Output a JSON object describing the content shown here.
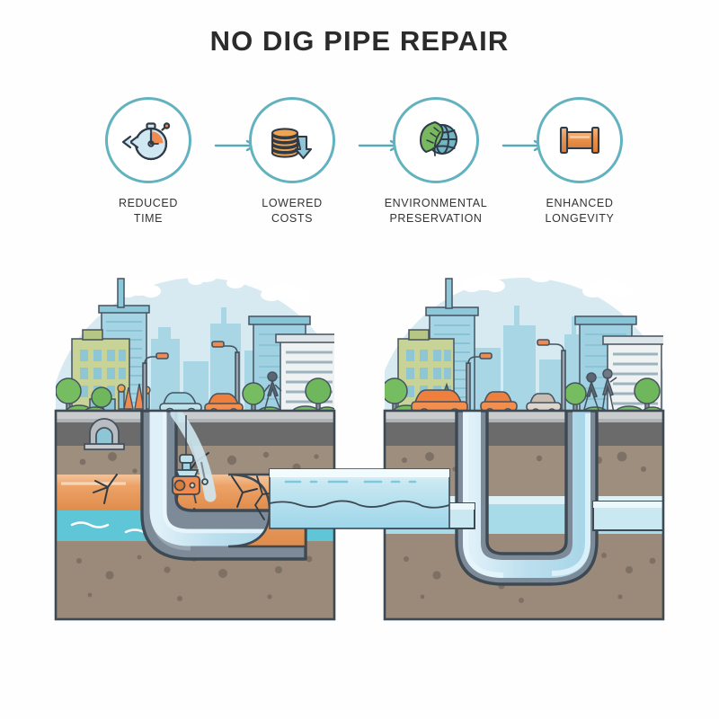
{
  "title": "NO DIG PIPE REPAIR",
  "benefits": [
    {
      "icon": "stopwatch-icon",
      "label": "REDUCED\nTIME",
      "line1": "REDUCED",
      "line2": "TIME"
    },
    {
      "icon": "coins-down-arrow-icon",
      "label": "LOWERED\nCOSTS",
      "line1": "LOWERED",
      "line2": "COSTS"
    },
    {
      "icon": "leaf-globe-icon",
      "label": "ENVIRONMENTAL\nPRESERVATION",
      "line1": "ENVIRONMENTAL",
      "line2": "PRESERVATION"
    },
    {
      "icon": "pipe-segment-icon",
      "label": "ENHANCED\nLONGEVITY",
      "line1": "ENHANCED",
      "line2": "LONGEVITY"
    }
  ],
  "arrows": [
    "flow-arrow-1",
    "flow-arrow-2",
    "flow-arrow-3"
  ],
  "scene": {
    "left_panel": {
      "name": "damaged-pipe-cross-section",
      "sky_label": "city-skyline-backdrop",
      "layers": [
        "road-surface",
        "road-base",
        "topsoil",
        "cracked-pipe-zone",
        "groundwater",
        "subsoil"
      ],
      "features": [
        "cracked-orange-pipe",
        "leaking-groundwater",
        "u-shaped-host-pipe",
        "cipp-liner-insertion",
        "inspection-robot",
        "manhole-archway"
      ]
    },
    "right_panel": {
      "name": "repaired-pipe-cross-section",
      "sky_label": "city-skyline-backdrop",
      "layers": [
        "road-surface",
        "road-base",
        "topsoil",
        "groundwater",
        "subsoil"
      ],
      "features": [
        "u-shaped-host-pipe",
        "cipp-liner-complete",
        "restored-flow"
      ]
    },
    "center": {
      "name": "spanning-water-pipe",
      "label": "water-flow-conduit"
    },
    "city_left": {
      "vehicles": [
        "teal-car",
        "orange-car"
      ],
      "people": [
        "pedestrian-1"
      ],
      "props": [
        "street-lamp-1",
        "street-lamp-2",
        "tree-cluster-left",
        "tree-cluster-right",
        "construction-crew"
      ]
    },
    "city_right": {
      "vehicles": [
        "orange-station-wagon",
        "orange-car",
        "grey-car"
      ],
      "people": [
        "pedestrian-1",
        "pedestrian-2"
      ],
      "props": [
        "street-lamp-1",
        "street-lamp-2",
        "tree-cluster-left",
        "tree-cluster-right"
      ]
    }
  },
  "colors": {
    "accent_teal": "#62b2c0",
    "accent_orange": "#e8924c",
    "title_text": "#2b2b2b",
    "caption_text": "#333333",
    "sky_dome": "#d7eaf1",
    "soil": "#9e8e7d",
    "soil_dark": "#8a7b6b",
    "road_base": "#6c6b6b",
    "road_surface": "#c9cbcd",
    "water": "#5fc6d8",
    "pipe_metal": "#8b98a4",
    "liner_blue": "#cfe8f2",
    "leaf_green": "#7ab85f",
    "building_green": "#c6d290",
    "building_blue": "#8fc6d6",
    "outline": "#2f3b47"
  }
}
